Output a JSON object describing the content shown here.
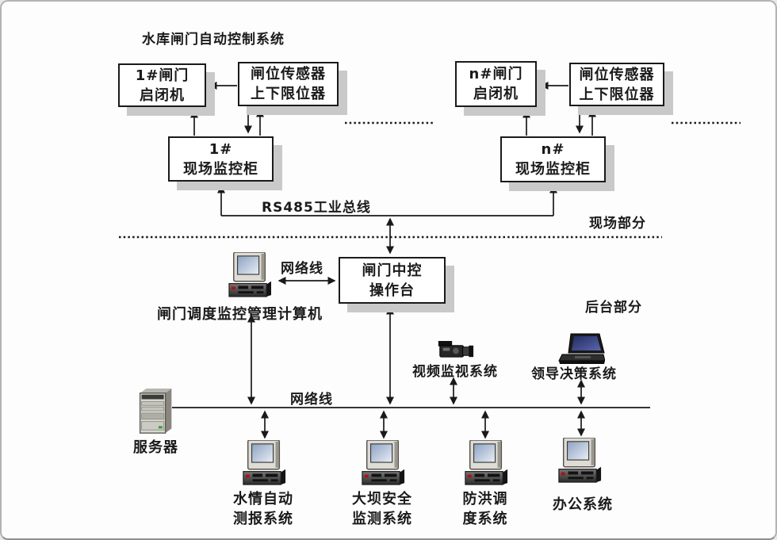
{
  "title": "水库闸门自动控制系统",
  "field_section": {
    "section_label": "现场部分",
    "bus_label": "RS485工业总线",
    "groups": [
      {
        "gate": {
          "line1": "1#闸门",
          "line2": "启闭机"
        },
        "sensor": {
          "line1": "闸位传感器",
          "line2": "上下限位器"
        },
        "cabinet": {
          "line1": "1#",
          "line2": "现场监控柜"
        }
      },
      {
        "gate": {
          "line1": "n#闸门",
          "line2": "启闭机"
        },
        "sensor": {
          "line1": "闸位传感器",
          "line2": "上下限位器"
        },
        "cabinet": {
          "line1": "n#",
          "line2": "现场监控柜"
        }
      }
    ]
  },
  "backend_section": {
    "section_label": "后台部分",
    "console": {
      "line1": "闸门中控",
      "line2": "操作台"
    },
    "network_label_console": "网络线",
    "network_label_bus": "网络线",
    "management_computer_label": "闸门调度监控管理计算机",
    "video_system_label": "视频监视系统",
    "leader_system_label": "领导决策系统",
    "server_label": "服务器",
    "workstations": [
      {
        "line1": "水情自动",
        "line2": "测报系统"
      },
      {
        "line1": "大坝安全",
        "line2": "监测系统"
      },
      {
        "line1": "防洪调",
        "line2": "度系统"
      },
      {
        "line1": "办公系统"
      }
    ]
  },
  "icons": {
    "management_computer": "desktop-pc-icon",
    "server": "server-tower-icon",
    "video_system": "camcorder-icon",
    "leader_system": "laptop-icon",
    "workstation": "desktop-pc-icon"
  },
  "colors": {
    "line": "#1a1a1a",
    "box_border": "#1a1a1a",
    "box_shadow": "#c9c9c9",
    "background": "#fdfdfd",
    "screen_blue": "#93a7c4",
    "laptop_screen": "#2e3a7a"
  }
}
